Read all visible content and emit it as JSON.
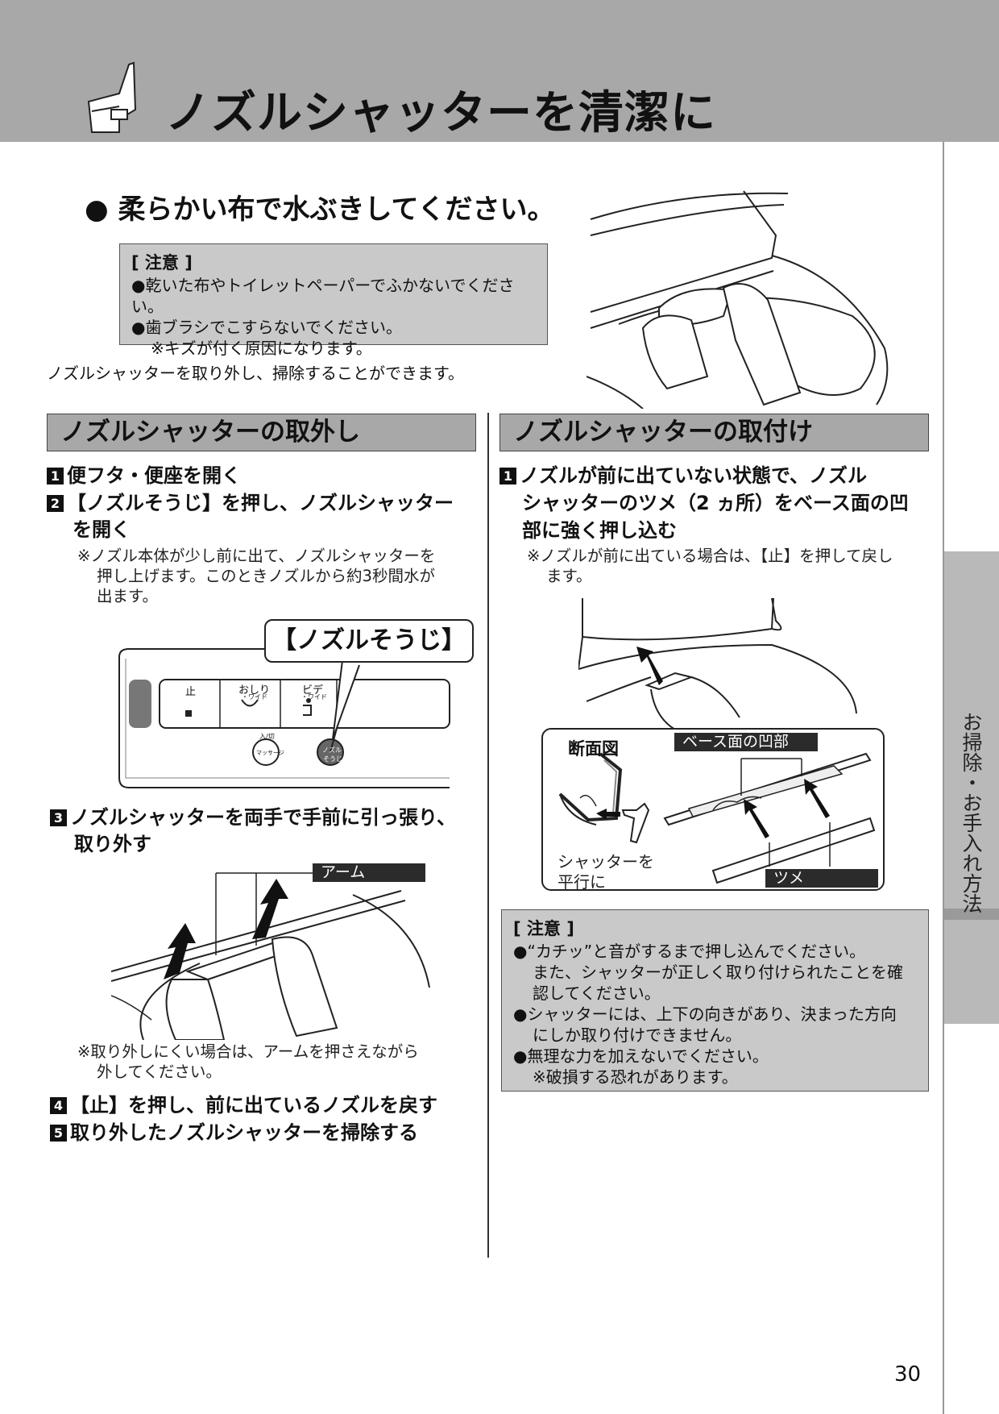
{
  "header": {
    "title": "ノズルシャッターを清潔に"
  },
  "lead": "● 柔らかい布で水ぶきしてください。",
  "caution_top": {
    "title": "[ 注意 ]",
    "lines": [
      "●乾いた布やトイレットペーパーでふかないでください。",
      "●歯ブラシでこすらないでください。",
      "※キズが付く原因になります。"
    ]
  },
  "intro": "ノズルシャッターを取り外し、掃除することができます。",
  "removal": {
    "heading": "ノズルシャッターの取外し",
    "step1": {
      "num": "1",
      "text": "便フタ・便座を開く"
    },
    "step2": {
      "num": "2",
      "text_a": "【ノズルそうじ】を押し、ノズルシャッター",
      "text_b": "を開く"
    },
    "step2_note": [
      "※ノズル本体が少し前に出て、ノズルシャッターを",
      "押し上げます。このときノズルから約3秒間水が",
      "出ます。"
    ],
    "callout": "【ノズルそうじ】",
    "panel": {
      "stop": "止",
      "oshiri": "おしり",
      "oshiri_sub": "・ワイド",
      "bide": "ビデ",
      "bide_sub": "・ワイド",
      "onoff": "入/切",
      "massage": "マッサージ",
      "nozzle_a": "ノズル",
      "nozzle_b": "そうじ"
    },
    "step3": {
      "num": "3",
      "text_a": "ノズルシャッターを両手で手前に引っ張り、",
      "text_b": "取り外す"
    },
    "arm_label": "アーム",
    "step3_note": [
      "※取り外しにくい場合は、アームを押さえながら",
      "外してください。"
    ],
    "step4": {
      "num": "4",
      "text": "【止】を押し、前に出ているノズルを戻す"
    },
    "step5": {
      "num": "5",
      "text": "取り外したノズルシャッターを掃除する"
    }
  },
  "install": {
    "heading": "ノズルシャッターの取付け",
    "step1": {
      "num": "1",
      "text_a": "ノズルが前に出ていない状態で、ノズル",
      "text_b": "シャッターのツメ（2 ヵ所）をベース面の凹",
      "text_c": "部に強く押し込む"
    },
    "step1_note": [
      "※ノズルが前に出ている場合は、【止】を押して戻し",
      "ます。"
    ],
    "section_label": "断面図",
    "base_label": "ベース面の凹部",
    "parallel_a": "シャッターを",
    "parallel_b": "平行に",
    "tsume_label": "ツメ",
    "caution": {
      "title": "[ 注意 ]",
      "lines": [
        "●“カチッ”と音がするまで押し込んでください。",
        "また、シャッターが正しく取り付けられたことを確",
        "認してください。",
        "●シャッターには、上下の向きがあり、決まった方向",
        "にしか取り付けできません。",
        "●無理な力を加えないでください。",
        "※破損する恐れがあります。"
      ]
    }
  },
  "side_tab": "お掃除・お手入れ方法",
  "page_number": "30"
}
